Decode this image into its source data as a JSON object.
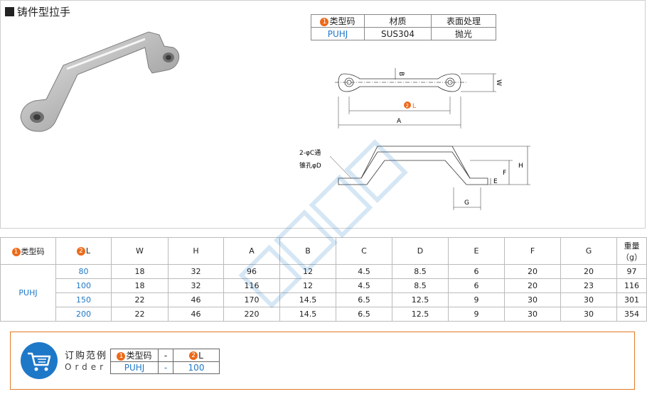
{
  "title": "铸件型拉手",
  "mini_table": {
    "headers": [
      "类型码",
      "材质",
      "表面处理"
    ],
    "num1": "1",
    "row": [
      "PUHJ",
      "SUS304",
      "抛光"
    ]
  },
  "drawing_labels": {
    "B": "B",
    "W": "W",
    "L_num": "2",
    "L": "L",
    "A": "A",
    "hole1": "2-φC通",
    "hole2": "锥孔φD",
    "H": "H",
    "F": "F",
    "E": "E",
    "G": "G"
  },
  "spec": {
    "h_type": "类型码",
    "h_type_num": "1",
    "h_L": "L",
    "h_L_num": "2",
    "headers": [
      "W",
      "H",
      "A",
      "B",
      "C",
      "D",
      "E",
      "F",
      "G",
      "重量（g）"
    ],
    "type_code": "PUHJ",
    "rows": [
      {
        "L": "80",
        "vals": [
          "18",
          "32",
          "96",
          "12",
          "4.5",
          "8.5",
          "6",
          "20",
          "20",
          "97"
        ]
      },
      {
        "L": "100",
        "vals": [
          "18",
          "32",
          "116",
          "12",
          "4.5",
          "8.5",
          "6",
          "20",
          "23",
          "116"
        ]
      },
      {
        "L": "150",
        "vals": [
          "22",
          "46",
          "170",
          "14.5",
          "6.5",
          "12.5",
          "9",
          "30",
          "30",
          "301"
        ]
      },
      {
        "L": "200",
        "vals": [
          "22",
          "46",
          "220",
          "14.5",
          "6.5",
          "12.5",
          "9",
          "30",
          "30",
          "354"
        ]
      }
    ]
  },
  "order": {
    "title": "订购范例",
    "subtitle": "Order",
    "h1_num": "1",
    "h1": "类型码",
    "dash": "-",
    "h2_num": "2",
    "h2": "L",
    "v1": "PUHJ",
    "v2": "100"
  },
  "colors": {
    "accent_orange": "#ec6a1a",
    "accent_blue": "#1e78c8"
  }
}
